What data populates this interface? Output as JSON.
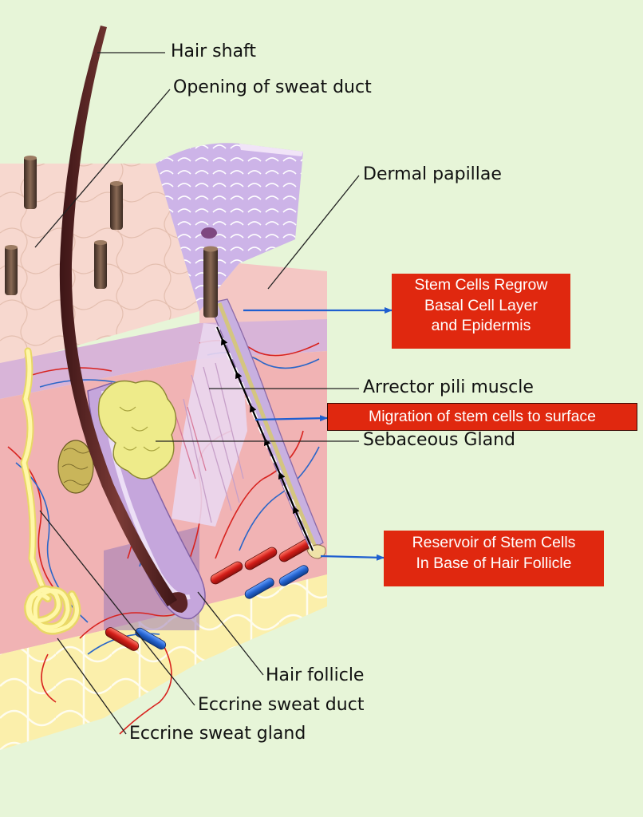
{
  "colors": {
    "background": "#e7f5d8",
    "callout_fill": "#e0280f",
    "callout_text": "#ffffff",
    "arrow_blue": "#1f5fd0",
    "epidermis_pink": "#f7d6cc",
    "dermis_pink": "#f1b4b4",
    "fat_yellow": "#fbf1ae",
    "papillae_purple": "#c9b0e4",
    "hair_brown": "#5a2426",
    "artery_red": "#d8231f",
    "vein_blue": "#2a66c8"
  },
  "labels": {
    "hair_shaft": "Hair shaft",
    "sweat_duct_opening": "Opening of sweat duct",
    "dermal_papillae": "Dermal papillae",
    "arrector_pili": "Arrector pili muscle",
    "sebaceous_gland": "Sebaceous Gland",
    "hair_follicle": "Hair follicle",
    "eccrine_duct": "Eccrine sweat duct",
    "eccrine_gland": "Eccrine sweat gland"
  },
  "callouts": {
    "stem_regrow": "Stem Cells Regrow\nBasal Cell Layer\nand Epidermis",
    "migration": "Migration of  stem cells to surface",
    "reservoir": "Reservoir of Stem Cells\nIn Base of Hair Follicle"
  },
  "icons": [
    "blue-pointer-arrow",
    "migration-arrow"
  ]
}
